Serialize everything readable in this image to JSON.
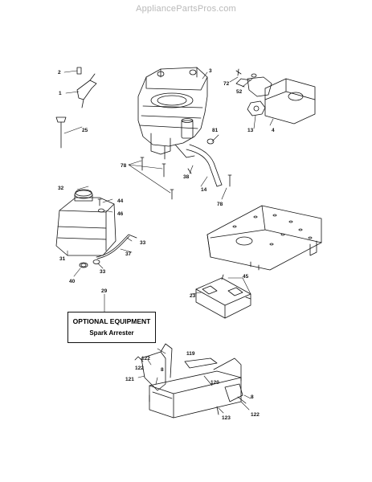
{
  "watermark": "AppliancePartsPros.com",
  "optional_box": {
    "title": "OPTIONAL EQUIPMENT",
    "item": "Spark Arrester"
  },
  "callouts": {
    "c1": "1",
    "c2": "2",
    "c3": "3",
    "c4": "4",
    "c8a": "8",
    "c8b": "8",
    "c13": "13",
    "c14": "14",
    "c23": "23",
    "c25": "25",
    "c29": "29",
    "c31": "31",
    "c32": "32",
    "c33a": "33",
    "c33b": "33",
    "c37": "37",
    "c38": "38",
    "c40": "40",
    "c44": "44",
    "c45": "45",
    "c46": "46",
    "c52": "52",
    "c72": "72",
    "c78a": "78",
    "c78b": "78",
    "c81": "81",
    "c119": "119",
    "c120": "120",
    "c121": "121",
    "c122a": "122",
    "c122b": "122",
    "c122c": "122",
    "c123": "123"
  }
}
